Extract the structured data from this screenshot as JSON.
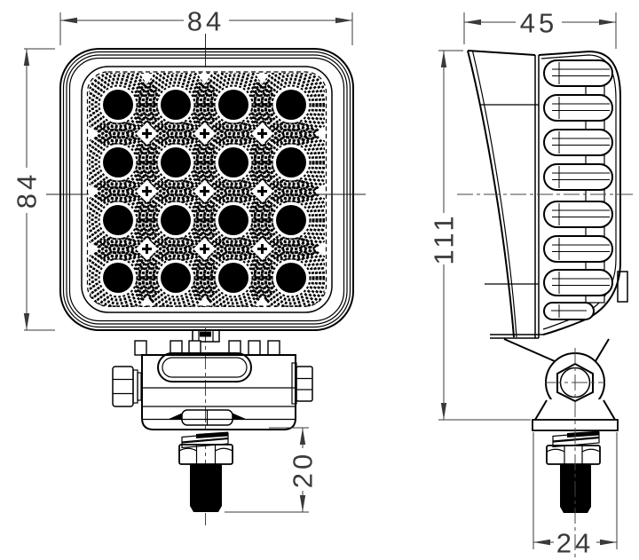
{
  "drawing": {
    "type": "technical line drawing of an LED work lamp, front view and side view",
    "dims": {
      "front_width": "84",
      "front_height": "84",
      "stud_length": "20",
      "side_depth": "45",
      "side_height": "111",
      "foot_width": "24"
    },
    "front_view": {
      "led_rows": 4,
      "led_cols": 4,
      "bracket_teeth": 6
    },
    "side_view": {
      "fin_count": 8
    },
    "colors": {
      "background": "#ffffff",
      "line": "#000000",
      "dimension": "#3a3a3a"
    }
  }
}
